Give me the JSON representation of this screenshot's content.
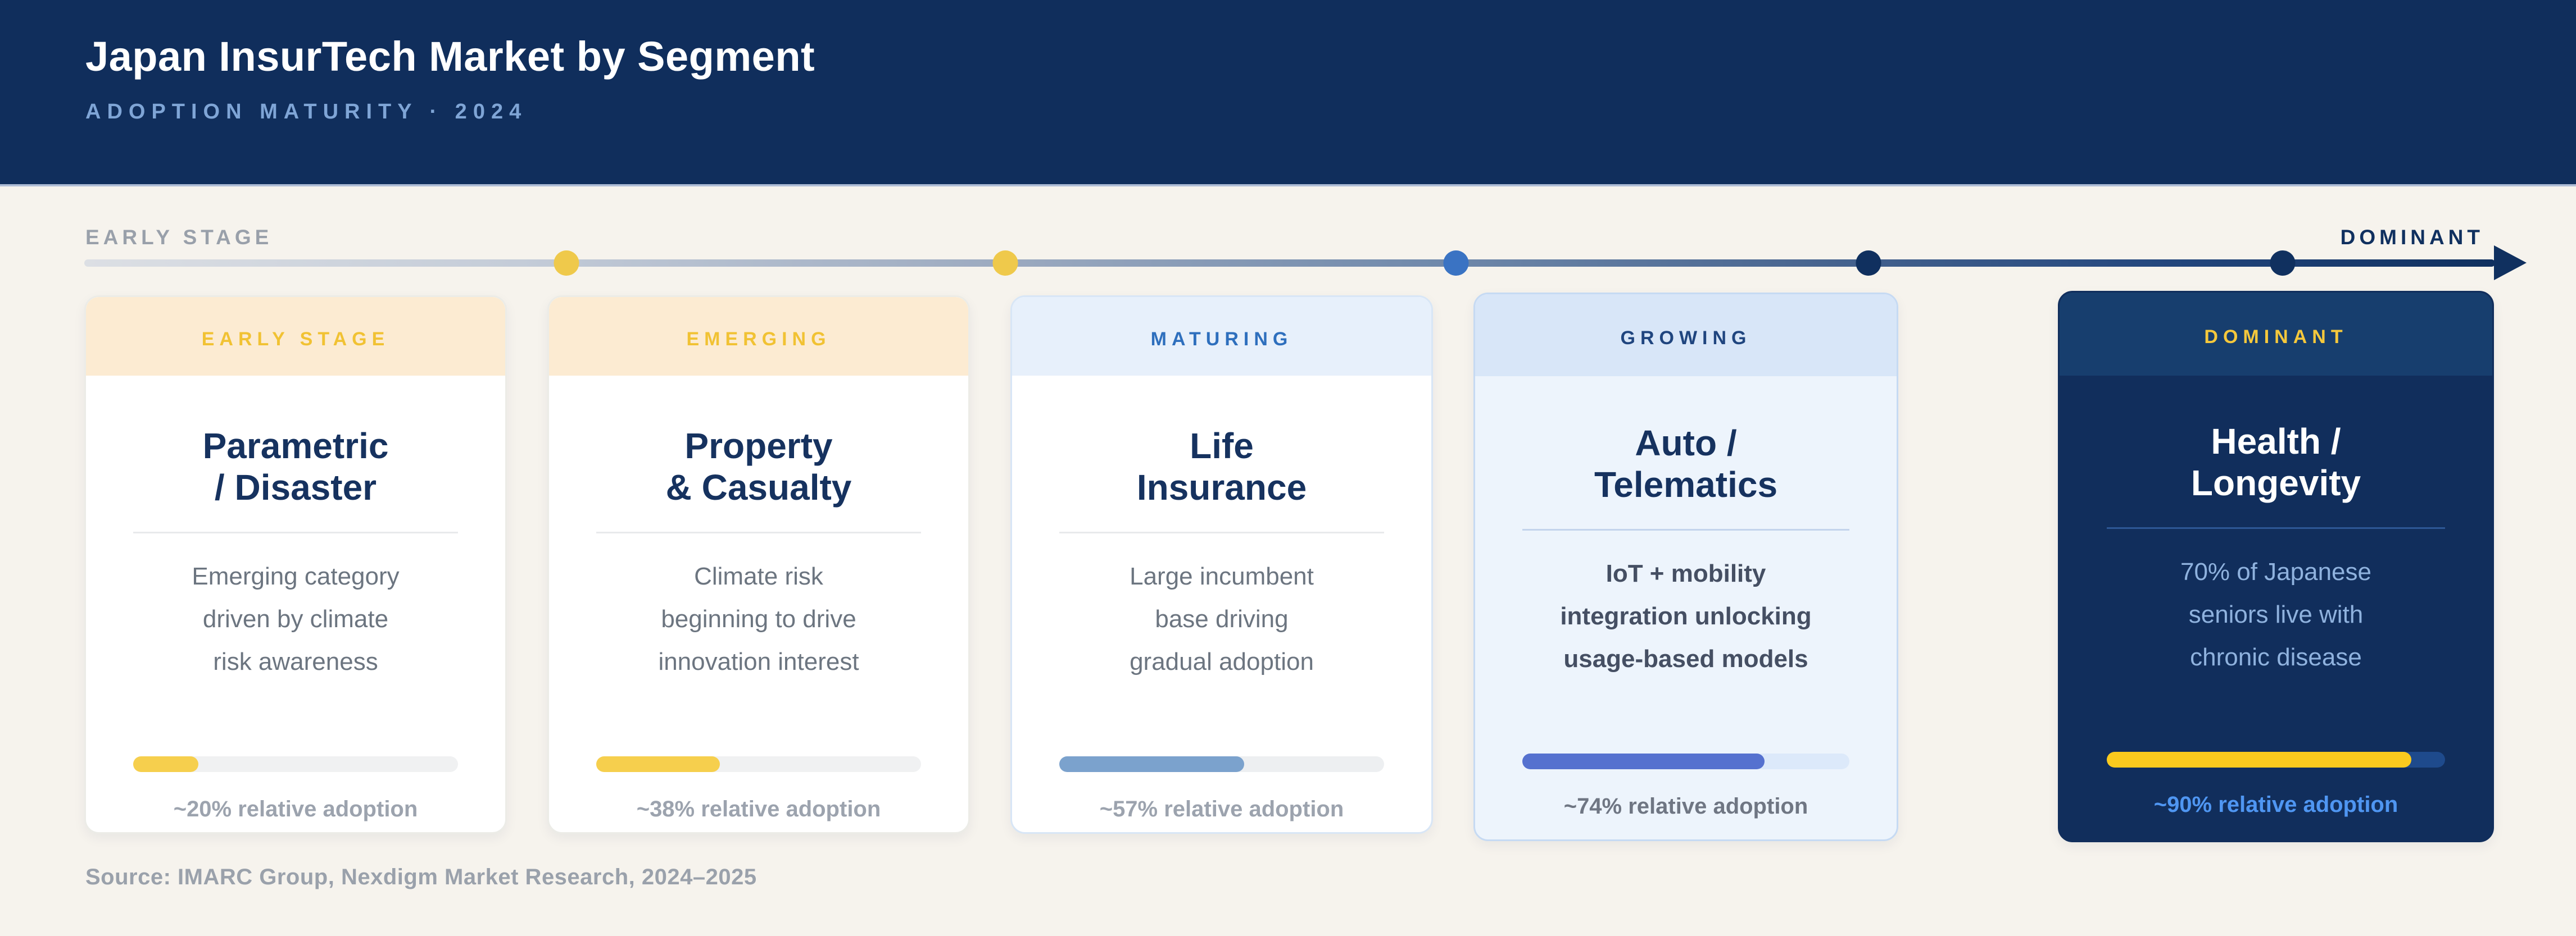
{
  "header": {
    "title": "Japan InsurTech Market by Segment",
    "subtitle": "ADOPTION MATURITY · 2024",
    "bg": "#102E5C",
    "subtitle_color": "#7FA5D6"
  },
  "timeline": {
    "start_label": "EARLY STAGE",
    "end_label": "DOMINANT",
    "dots": [
      {
        "name": "early-stage",
        "pos_pct": 20,
        "color": "#EFC94B"
      },
      {
        "name": "emerging",
        "pos_pct": 38.2,
        "color": "#EFC94B"
      },
      {
        "name": "maturing",
        "pos_pct": 56.9,
        "color": "#3A73C3"
      },
      {
        "name": "growing",
        "pos_pct": 74,
        "color": "#10305F"
      },
      {
        "name": "dominant",
        "pos_pct": 91.2,
        "color": "#10305F"
      }
    ]
  },
  "cards": [
    {
      "stage_label": "EARLY STAGE",
      "title_line1": "Parametric",
      "title_line2": "/ Disaster",
      "desc_line1": "Emerging category",
      "desc_line2": "driven by climate",
      "desc_line3": "risk awareness",
      "adoption_pct": 20,
      "adoption_label": "~20% relative adoption",
      "colors": {
        "band": "#FCEBD2",
        "label": "#F1C233",
        "body": "#FFFFFF",
        "border": "#ECECE7",
        "title": "#16325F",
        "desc": "#6C7580",
        "divider": "#E8EAEC",
        "bar_fill": "#F6CF4D",
        "bar_track": "#F0F1F2",
        "footer": "#9CA3AE"
      }
    },
    {
      "stage_label": "EMERGING",
      "title_line1": "Property",
      "title_line2": "& Casualty",
      "desc_line1": "Climate risk",
      "desc_line2": "beginning to drive",
      "desc_line3": "innovation interest",
      "adoption_pct": 38,
      "adoption_label": "~38% relative adoption",
      "colors": {
        "band": "#FCEBD2",
        "label": "#F1C233",
        "body": "#FFFFFF",
        "border": "#ECECE7",
        "title": "#16325F",
        "desc": "#6C7580",
        "divider": "#E8EAEC",
        "bar_fill": "#F6CF4D",
        "bar_track": "#F0F1F2",
        "footer": "#9CA3AE"
      }
    },
    {
      "stage_label": "MATURING",
      "title_line1": "Life",
      "title_line2": "Insurance",
      "desc_line1": "Large incumbent",
      "desc_line2": "base driving",
      "desc_line3": "gradual adoption",
      "adoption_pct": 57,
      "adoption_label": "~57% relative adoption",
      "colors": {
        "band": "#E7F0FB",
        "label": "#2E6FBD",
        "body": "#FFFFFF",
        "border": "#D8E6F6",
        "title": "#16325F",
        "desc": "#6C7580",
        "divider": "#E8EAEC",
        "bar_fill": "#7BA2CD",
        "bar_track": "#EDEFF1",
        "footer": "#9CA3AE"
      }
    },
    {
      "stage_label": "GROWING",
      "title_line1": "Auto /",
      "title_line2": "Telematics",
      "desc_line1": "IoT + mobility",
      "desc_line2": "integration unlocking",
      "desc_line3": "usage-based models",
      "adoption_pct": 74,
      "adoption_label": "~74% relative adoption",
      "colors": {
        "band": "#D8E6F8",
        "label": "#1F457F",
        "body": "#EDF4FC",
        "border": "#C6DAF3",
        "title": "#16325F",
        "desc": "#454F63",
        "divider": "#C3D4EC",
        "bar_fill": "#5571CF",
        "bar_track": "#DCE9FA",
        "footer": "#6F7683"
      }
    },
    {
      "stage_label": "DOMINANT",
      "title_line1": "Health /",
      "title_line2": "Longevity",
      "desc_line1": "70% of Japanese",
      "desc_line2": "seniors live with",
      "desc_line3": "chronic disease",
      "adoption_pct": 90,
      "adoption_label": "~90% relative adoption",
      "colors": {
        "band": "#173E6E",
        "label": "#F5C83C",
        "body": "#112E5C",
        "border": "#112E5C",
        "title": "#FFFFFF",
        "desc": "#8FB2DE",
        "divider": "#2D5796",
        "bar_fill": "#FACA1E",
        "bar_track": "#1E4A8C",
        "footer": "#4F96F2"
      }
    }
  ],
  "footer": {
    "source": "Source: IMARC Group, Nexdigm Market Research, 2024–2025"
  },
  "chart_data": {
    "type": "bar",
    "title": "Japan InsurTech Market by Segment",
    "subtitle": "Adoption Maturity · 2024",
    "categories": [
      "Parametric / Disaster",
      "Property & Casualty",
      "Life Insurance",
      "Auto / Telematics",
      "Health / Longevity"
    ],
    "series": [
      {
        "name": "Relative adoption (%)",
        "values": [
          20,
          38,
          57,
          74,
          90
        ]
      }
    ],
    "stages": [
      "Early Stage",
      "Emerging",
      "Maturing",
      "Growing",
      "Dominant"
    ],
    "axis_start_label": "EARLY STAGE",
    "axis_end_label": "DOMINANT",
    "xlim": [
      0,
      100
    ],
    "value_unit": "% relative adoption",
    "legend_position": "none",
    "grid": false
  }
}
